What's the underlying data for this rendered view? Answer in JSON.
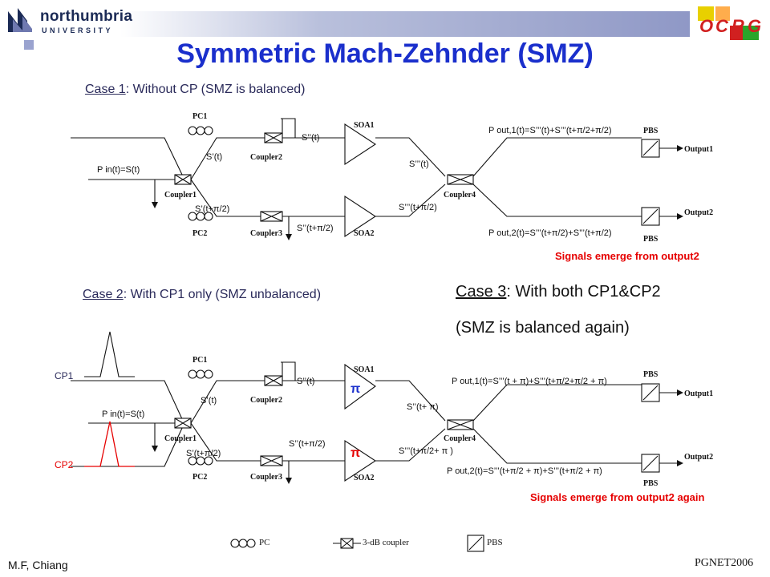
{
  "header": {
    "title": "Symmetric Mach-Zehnder (SMZ)",
    "logo_name": "northumbria",
    "logo_sub": "UNIVERSITY",
    "group_letters": [
      "O",
      "C",
      "R",
      "G"
    ]
  },
  "case1": {
    "heading_case": "Case 1",
    "heading_rest": ": Without CP (SMZ is balanced)",
    "pc1": "PC1",
    "pc2": "PC2",
    "coupler1": "Coupler1",
    "coupler2": "Coupler2",
    "coupler3": "Coupler3",
    "coupler4": "Coupler4",
    "soa1": "SOA1",
    "soa2": "SOA2",
    "pbs_top": "PBS",
    "pbs_bottom": "PBS",
    "output1": "Output1",
    "output2": "Output2",
    "pin": "P in(t)=S(t)",
    "s_t": "S’(t)",
    "s_t_pi2": "S’(t+π/2)",
    "s2_t": "S’’(t)",
    "s2_t_pi2": "S’’(t+π/2)",
    "s3_t": "S’’’(t)",
    "s3_t_pi2": "S’’’(t+π/2)",
    "pout1": "P out,1(t)=S’’’(t)+S’’’(t+π/2+π/2)",
    "pout2": "P out,2(t)=S’’’(t+π/2)+S’’’(t+π/2)",
    "result": "Signals emerge from output2"
  },
  "case2": {
    "heading_case": "Case 2",
    "heading_rest": ": With CP1 only (SMZ unbalanced)",
    "cp1": "CP1",
    "cp2": "CP2",
    "pc1": "PC1",
    "pc2": "PC2",
    "coupler1": "Coupler1",
    "coupler2": "Coupler2",
    "coupler3": "Coupler3",
    "coupler4": "Coupler4",
    "soa1": "SOA1",
    "soa2": "SOA2",
    "pbs_top": "PBS",
    "pbs_bottom": "PBS",
    "output1": "Output1",
    "output2": "Output2",
    "pin": "P in(t)=S(t)",
    "s_t": "S’(t)",
    "s_t_pi2": "S’(t+π/2)",
    "s2_t": "S’’(t)",
    "s2_t_pi2": "S’’(t+π/2)",
    "s3_t_pi": "S’’(t+ π)",
    "s3_t_pi2_pi": "S’’’(t+π/2+ π )",
    "pi1": "π",
    "pi2": "π",
    "pout1": "P out,1(t)=S’’’(t + π)+S’’’(t+π/2+π/2 + π)",
    "pout2": "P out,2(t)=S’’’(t+π/2 + π)+S’’’(t+π/2 + π)",
    "result": "Signals emerge from output2 again"
  },
  "case3": {
    "heading_case": "Case 3",
    "heading_rest": ": With both CP1&CP2",
    "line2": "(SMZ is balanced again)"
  },
  "legend": {
    "pc": "PC",
    "coupler": "3-dB coupler",
    "pbs": "PBS"
  },
  "footer": {
    "author": "M.F, Chiang",
    "event": "PGNET2006"
  }
}
